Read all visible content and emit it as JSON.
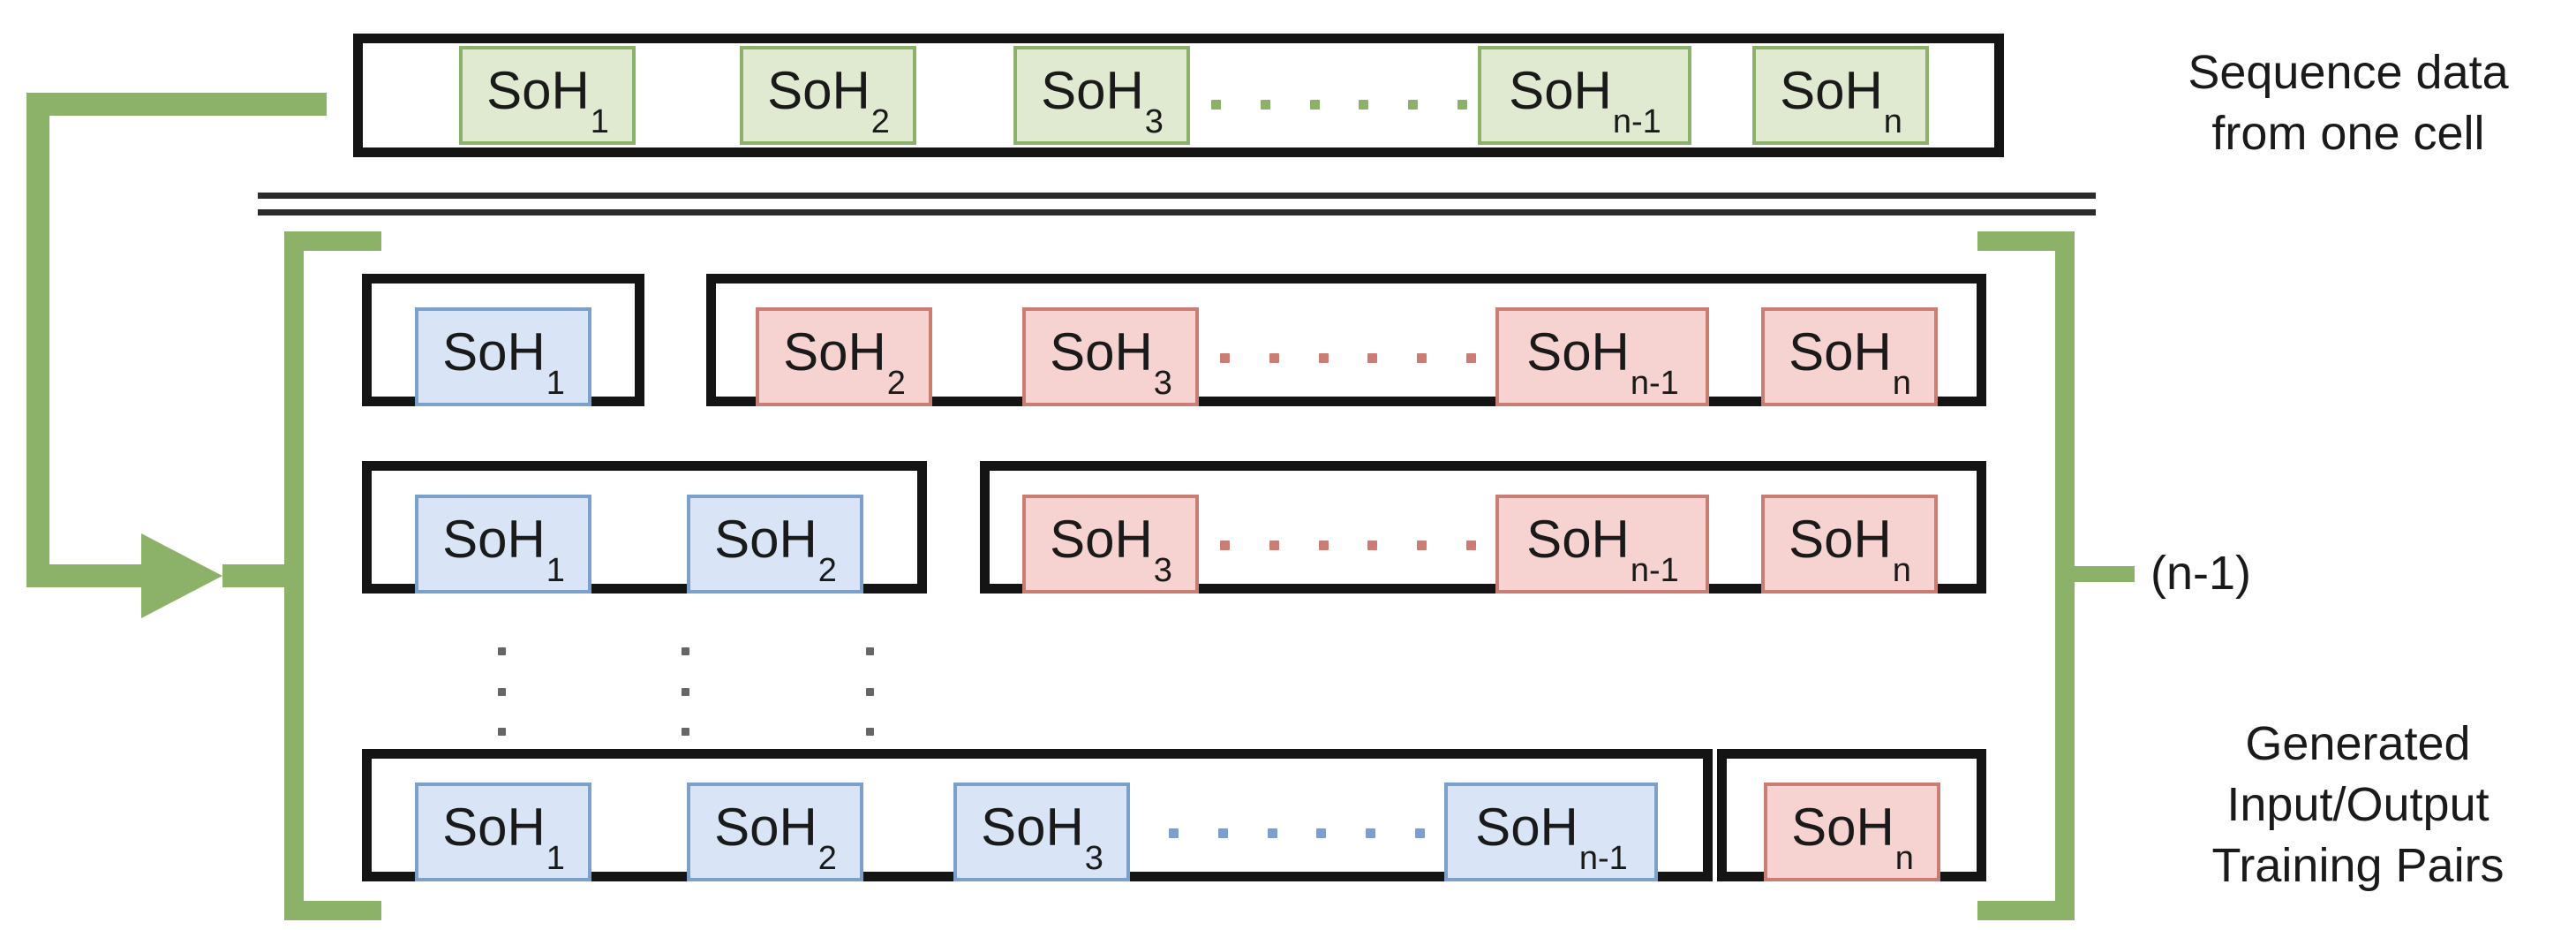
{
  "figure": {
    "title": "Sequence-to-training-pair generation diagram",
    "colors": {
      "green_fill": "#dfead0",
      "green_stroke": "#8cb26a",
      "blue_fill": "#d9e5f7",
      "blue_stroke": "#7ba0cc",
      "red_fill": "#f6d3d1",
      "red_stroke": "#c97d74",
      "bracket_black": "#141414",
      "vdot_gray": "#666666"
    }
  },
  "labels": {
    "sequence_data": "Sequence data\nfrom one cell",
    "count": "(n-1)",
    "generated_pairs": "Generated\nInput/Output\nTraining Pairs"
  },
  "source_row": {
    "cells": [
      {
        "base": "SoH",
        "sub": "1"
      },
      {
        "base": "SoH",
        "sub": "2"
      },
      {
        "base": "SoH",
        "sub": "3"
      },
      {
        "base": "SoH",
        "sub": "n-1"
      },
      {
        "base": "SoH",
        "sub": "n"
      }
    ],
    "ellipsis_dots": 6
  },
  "pair_rows": [
    {
      "input": [
        {
          "base": "SoH",
          "sub": "1"
        }
      ],
      "output": [
        {
          "base": "SoH",
          "sub": "2"
        },
        {
          "base": "SoH",
          "sub": "3"
        },
        {
          "base": "SoH",
          "sub": "n-1"
        },
        {
          "base": "SoH",
          "sub": "n"
        }
      ],
      "ellipsis_dots": 6
    },
    {
      "input": [
        {
          "base": "SoH",
          "sub": "1"
        },
        {
          "base": "SoH",
          "sub": "2"
        }
      ],
      "output": [
        {
          "base": "SoH",
          "sub": "3"
        },
        {
          "base": "SoH",
          "sub": "n-1"
        },
        {
          "base": "SoH",
          "sub": "n"
        }
      ],
      "ellipsis_dots": 6
    },
    {
      "input": [
        {
          "base": "SoH",
          "sub": "1"
        },
        {
          "base": "SoH",
          "sub": "2"
        },
        {
          "base": "SoH",
          "sub": "3"
        },
        {
          "base": "SoH",
          "sub": "n-1"
        }
      ],
      "output": [
        {
          "base": "SoH",
          "sub": "n"
        }
      ],
      "ellipsis_dots": 6
    }
  ],
  "vertical_ellipsis": {
    "columns": 3,
    "dots_per_column": 3
  }
}
